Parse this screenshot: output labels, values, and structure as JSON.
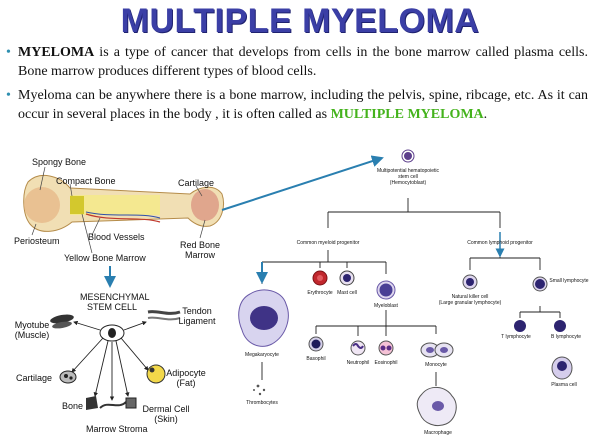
{
  "title": "MULTIPLE MYELOMA",
  "paragraph1": {
    "term": "MYELOMA",
    "text": " is a type of cancer that develops from cells in the bone marrow called plasma cells. Bone marrow produces different types of blood cells."
  },
  "paragraph2": {
    "text": "Myeloma can be anywhere there is a bone marrow, including the pelvis, spine, ribcage, etc. As it can occur in several places in the body , it is often called as ",
    "highlight": "MULTIPLE MYELOMA",
    "end": "."
  },
  "bone": {
    "spongy": "Spongy Bone",
    "compact": "Compact Bone",
    "cartilage": "Cartilage",
    "periosteum": "Periosteum",
    "vessels": "Blood Vessels",
    "yellow": "Yellow Bone Marrow",
    "red1": "Red Bone",
    "red2": "Marrow"
  },
  "mesenchymal": {
    "title1": "MESENCHYMAL",
    "title2": "STEM CELL",
    "myotube1": "Myotube",
    "myotube2": "(Muscle)",
    "tendon1": "Tendon",
    "tendon2": "Ligament",
    "cartilage": "Cartilage",
    "adipocyte1": "Adipocyte",
    "adipocyte2": "(Fat)",
    "bone": "Bone",
    "dermal1": "Dermal Cell",
    "dermal2": "(Skin)",
    "stroma": "Marrow Stroma"
  },
  "tree": {
    "stem1": "Multipotential hematopoietic",
    "stem2": "stem cell",
    "stem3": "(Hemocytoblast)",
    "myeloid": "Common myeloid progenitor",
    "lymphoid": "Common lymphoid progenitor",
    "erythrocyte": "Erythrocyte",
    "mast": "Mast cell",
    "myeloblast": "Myeloblast",
    "megakaryocyte": "Megakaryocyte",
    "thrombocytes": "Thrombocytes",
    "basophil": "Basophil",
    "neutrophil": "Neutrophil",
    "eosinophil": "Eosinophil",
    "monocyte": "Monocyte",
    "macrophage": "Macrophage",
    "nk1": "Natural killer cell",
    "nk2": "(Large granular lymphocyte)",
    "small": "Small lymphocyte",
    "tcell": "T lymphocyte",
    "bcell": "B lymphocyte",
    "plasma": "Plasma cell"
  }
}
